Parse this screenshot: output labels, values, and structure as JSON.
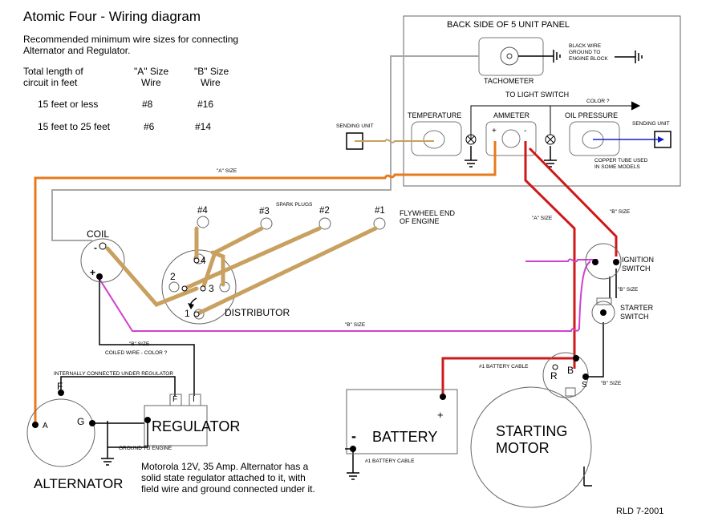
{
  "title": "Atomic Four - Wiring diagram",
  "intro": [
    "Recommended minimum  wire sizes for connecting",
    "Alternator and Regulator."
  ],
  "table": {
    "h1": "Total length of",
    "h2": "circuit in feet",
    "colA1": "\"A\" Size",
    "colA2": "Wire",
    "colB1": "\"B\" Size",
    "colB2": "Wire",
    "rows": [
      {
        "len": "15 feet or less",
        "a": "#8",
        "b": "#16"
      },
      {
        "len": "15 feet to 25 feet",
        "a": "#6",
        "b": "#14"
      }
    ]
  },
  "panel": {
    "title": "BACK SIDE OF 5 UNIT PANEL",
    "tachometer": "TACHOMETER",
    "black_wire": [
      "BLACK WIRE",
      "GROUND TO",
      "ENGINE BLOCK"
    ],
    "to_light_switch": "TO LIGHT SWITCH",
    "color": "COLOR ?",
    "temperature": "TEMPERATURE",
    "ammeter": "AMMETER",
    "oil_pressure": "OIL PRESSURE",
    "plus": "+",
    "minus": "-",
    "copper_tube": [
      "COPPER TUBE USED",
      "IN SOME MODELS"
    ]
  },
  "sending_unit_left": "SENDING UNIT",
  "sending_unit_right": "SENDING UNIT",
  "a_size_top": "\"A\" SIZE",
  "a_size_right": "\"A\" SIZE",
  "b_size_right": "\"B\" SIZE",
  "spark_plugs": "SPARK PLUGS",
  "plugs": [
    "#4",
    "#3",
    "#2",
    "#1"
  ],
  "flywheel": [
    "FLYWHEEL END",
    "OF ENGINE"
  ],
  "coil": {
    "label": "COIL",
    "minus": "-",
    "plus": "+"
  },
  "distributor": {
    "label": "DISTRIBUTOR",
    "n1": "1",
    "n2": "2",
    "n3": "3",
    "n4": "4"
  },
  "ignition_switch": [
    "IGNITION",
    "SWITCH"
  ],
  "starter_switch": [
    "STARTER",
    "SWITCH"
  ],
  "b_size_sw": "\"B\" SIZE",
  "b_size_mid": "\"B\" SIZE",
  "b_size_coil": "\"B\" SIZE",
  "coiled_wire": "COILED WIRE - COLOR ?",
  "internally": "INTERNALLY CONNECTED UNDER REGULATOR",
  "regulator": {
    "label": "REGULATOR",
    "f": "F",
    "i": "I"
  },
  "alternator": {
    "label": "ALTERNATOR",
    "f": "F",
    "a": "A",
    "g": "G"
  },
  "ground_engine": "GROUND TO ENGINE",
  "motorola": [
    "Motorola 12V, 35 Amp. Alternator has a",
    "solid state regulator attached to it, with",
    "field wire and ground connected under it."
  ],
  "battery": {
    "label": "BATTERY",
    "plus": "+",
    "minus": "-",
    "cable1": "#1 BATTERY CABLE",
    "cable2": "#1 BATTERY CABLE"
  },
  "starting_motor": {
    "line1": "STARTING",
    "line2": "MOTOR",
    "r": "R",
    "b": "B",
    "s": "S",
    "b_size": "\"B\" SIZE"
  },
  "footer": "RLD 7-2001",
  "colors": {
    "orange": "#e87a1e",
    "tan": "#c8a060",
    "red": "#d01818",
    "magenta": "#d040d0",
    "blue": "#1020c0",
    "gray": "#a0a0a0"
  }
}
